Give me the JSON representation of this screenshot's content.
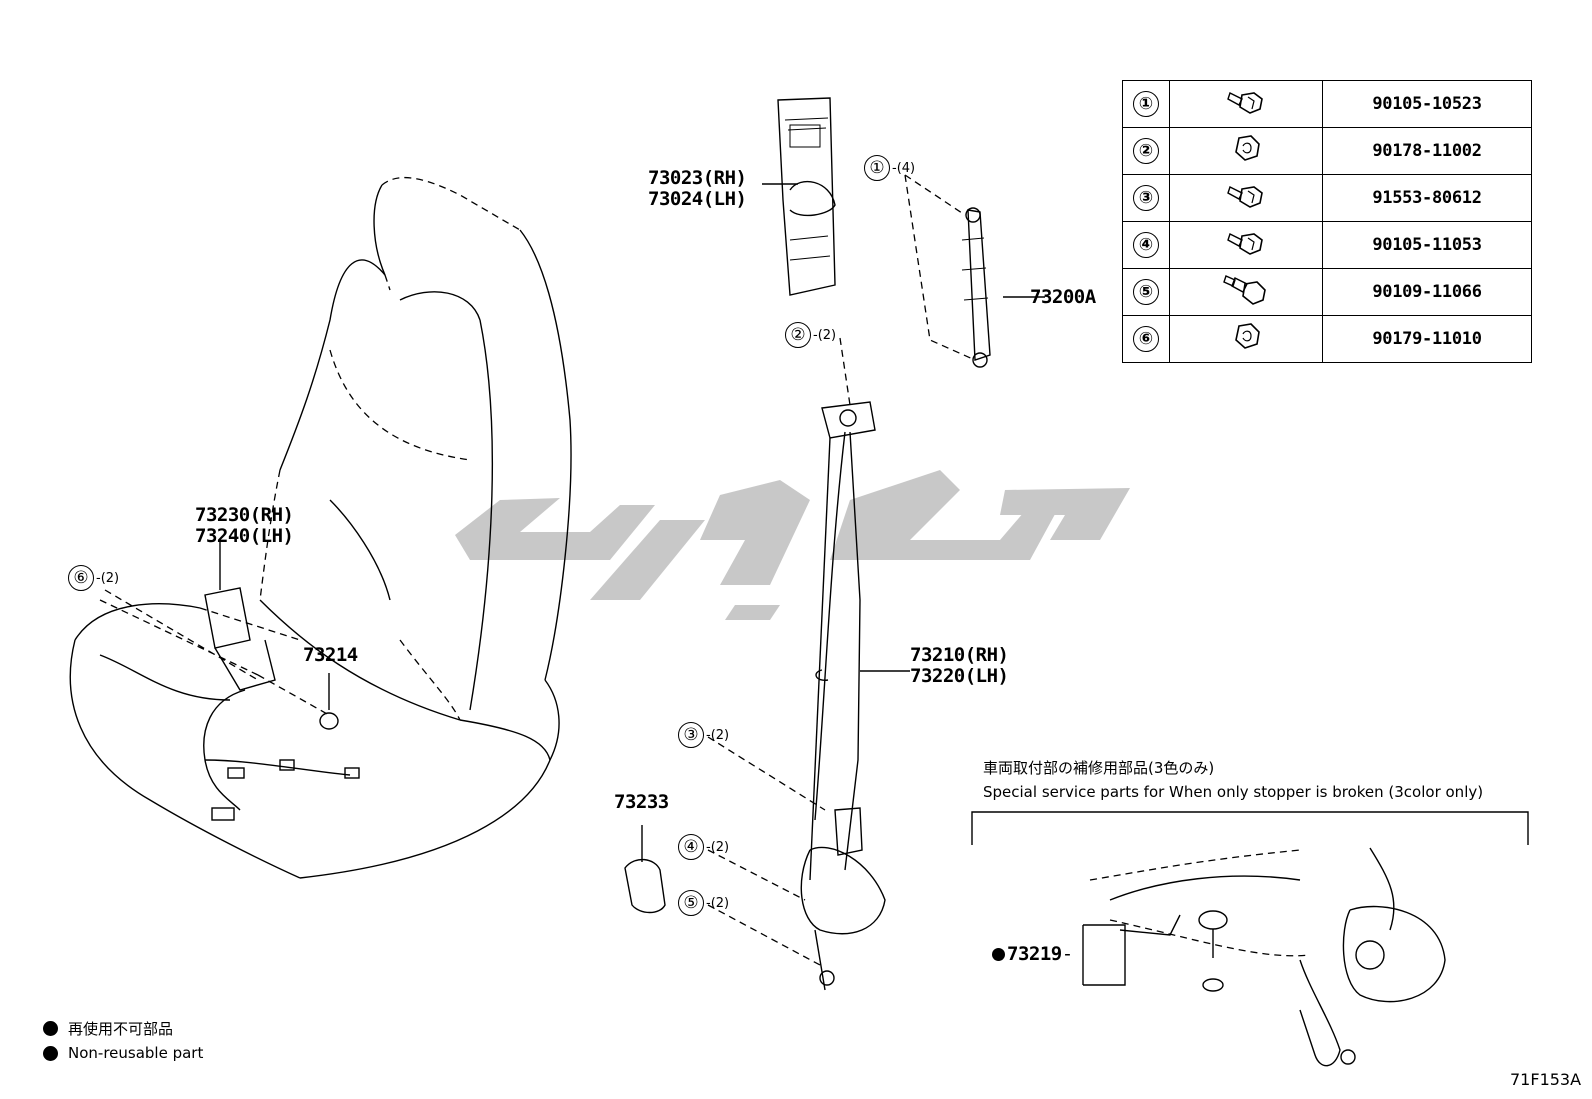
{
  "labels": {
    "anchor_cover": [
      "73023(RH)",
      "73024(LH)"
    ],
    "adjuster": "73200A",
    "buckle": [
      "73230(RH)",
      "73240(LH)"
    ],
    "grommet": "73214",
    "belt": [
      "73210(RH)",
      "73220(LH)"
    ],
    "retractor_cover": "73233",
    "stopper": "73219"
  },
  "callouts": [
    {
      "num": "①",
      "qty": "-(4)"
    },
    {
      "num": "②",
      "qty": "-(2)"
    },
    {
      "num": "③",
      "qty": "-(2)"
    },
    {
      "num": "④",
      "qty": "-(2)"
    },
    {
      "num": "⑤",
      "qty": "-(2)"
    },
    {
      "num": "⑥",
      "qty": "-(2)"
    }
  ],
  "fasteners": [
    {
      "num": "①",
      "icon": "bolt-icon",
      "part": "90105-10523"
    },
    {
      "num": "②",
      "icon": "nut-icon",
      "part": "90178-11002"
    },
    {
      "num": "③",
      "icon": "bolt-icon",
      "part": "91553-80612"
    },
    {
      "num": "④",
      "icon": "bolt-icon",
      "part": "90105-11053"
    },
    {
      "num": "⑤",
      "icon": "stepped-bolt-icon",
      "part": "90109-11066"
    },
    {
      "num": "⑥",
      "icon": "nut-icon",
      "part": "90179-11010"
    }
  ],
  "service_parts": {
    "title_jp": "車両取付部の補修用部品(3色のみ)",
    "title_en": "Special service parts for When only stopper is broken (3color only)"
  },
  "legend": {
    "jp": "再使用不可部品",
    "en": "Non-reusable part"
  },
  "diagram_code": "71F153A",
  "colors": {
    "line": "#000000",
    "watermark": "#c8c8c8"
  }
}
